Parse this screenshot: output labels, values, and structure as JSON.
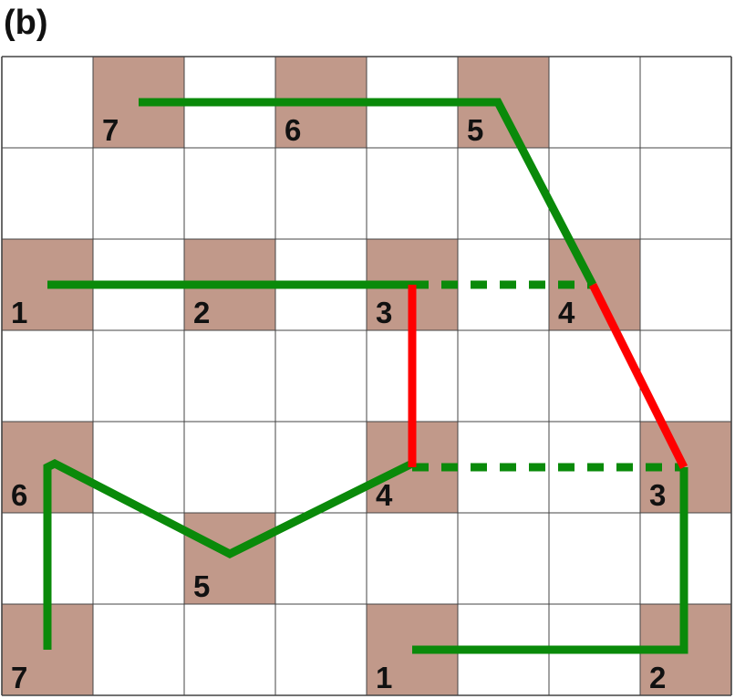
{
  "panel_label": "(b)",
  "grid": {
    "cols": 8,
    "rows": 7
  },
  "colors": {
    "shaded": "#c1998a",
    "grid_line": "#444444",
    "path": "#0a8a0a",
    "highlight": "#ff0000",
    "background": "#ffffff"
  },
  "shaded_cells": [
    [
      1,
      0
    ],
    [
      3,
      0
    ],
    [
      5,
      0
    ],
    [
      0,
      2
    ],
    [
      2,
      2
    ],
    [
      4,
      2
    ],
    [
      6,
      2
    ],
    [
      0,
      4
    ],
    [
      4,
      4
    ],
    [
      7,
      4
    ],
    [
      2,
      5
    ],
    [
      0,
      6
    ],
    [
      4,
      6
    ],
    [
      7,
      6
    ]
  ],
  "cell_labels": [
    {
      "text": "7",
      "col": 1,
      "row": 0
    },
    {
      "text": "6",
      "col": 3,
      "row": 0
    },
    {
      "text": "5",
      "col": 5,
      "row": 0
    },
    {
      "text": "1",
      "col": 0,
      "row": 2
    },
    {
      "text": "2",
      "col": 2,
      "row": 2
    },
    {
      "text": "3",
      "col": 4,
      "row": 2
    },
    {
      "text": "4",
      "col": 6,
      "row": 2
    },
    {
      "text": "6",
      "col": 0,
      "row": 4
    },
    {
      "text": "4",
      "col": 4,
      "row": 4
    },
    {
      "text": "3",
      "col": 7,
      "row": 4
    },
    {
      "text": "5",
      "col": 2,
      "row": 5
    },
    {
      "text": "7",
      "col": 0,
      "row": 6
    },
    {
      "text": "1",
      "col": 4,
      "row": 6
    },
    {
      "text": "2",
      "col": 7,
      "row": 6
    }
  ]
}
